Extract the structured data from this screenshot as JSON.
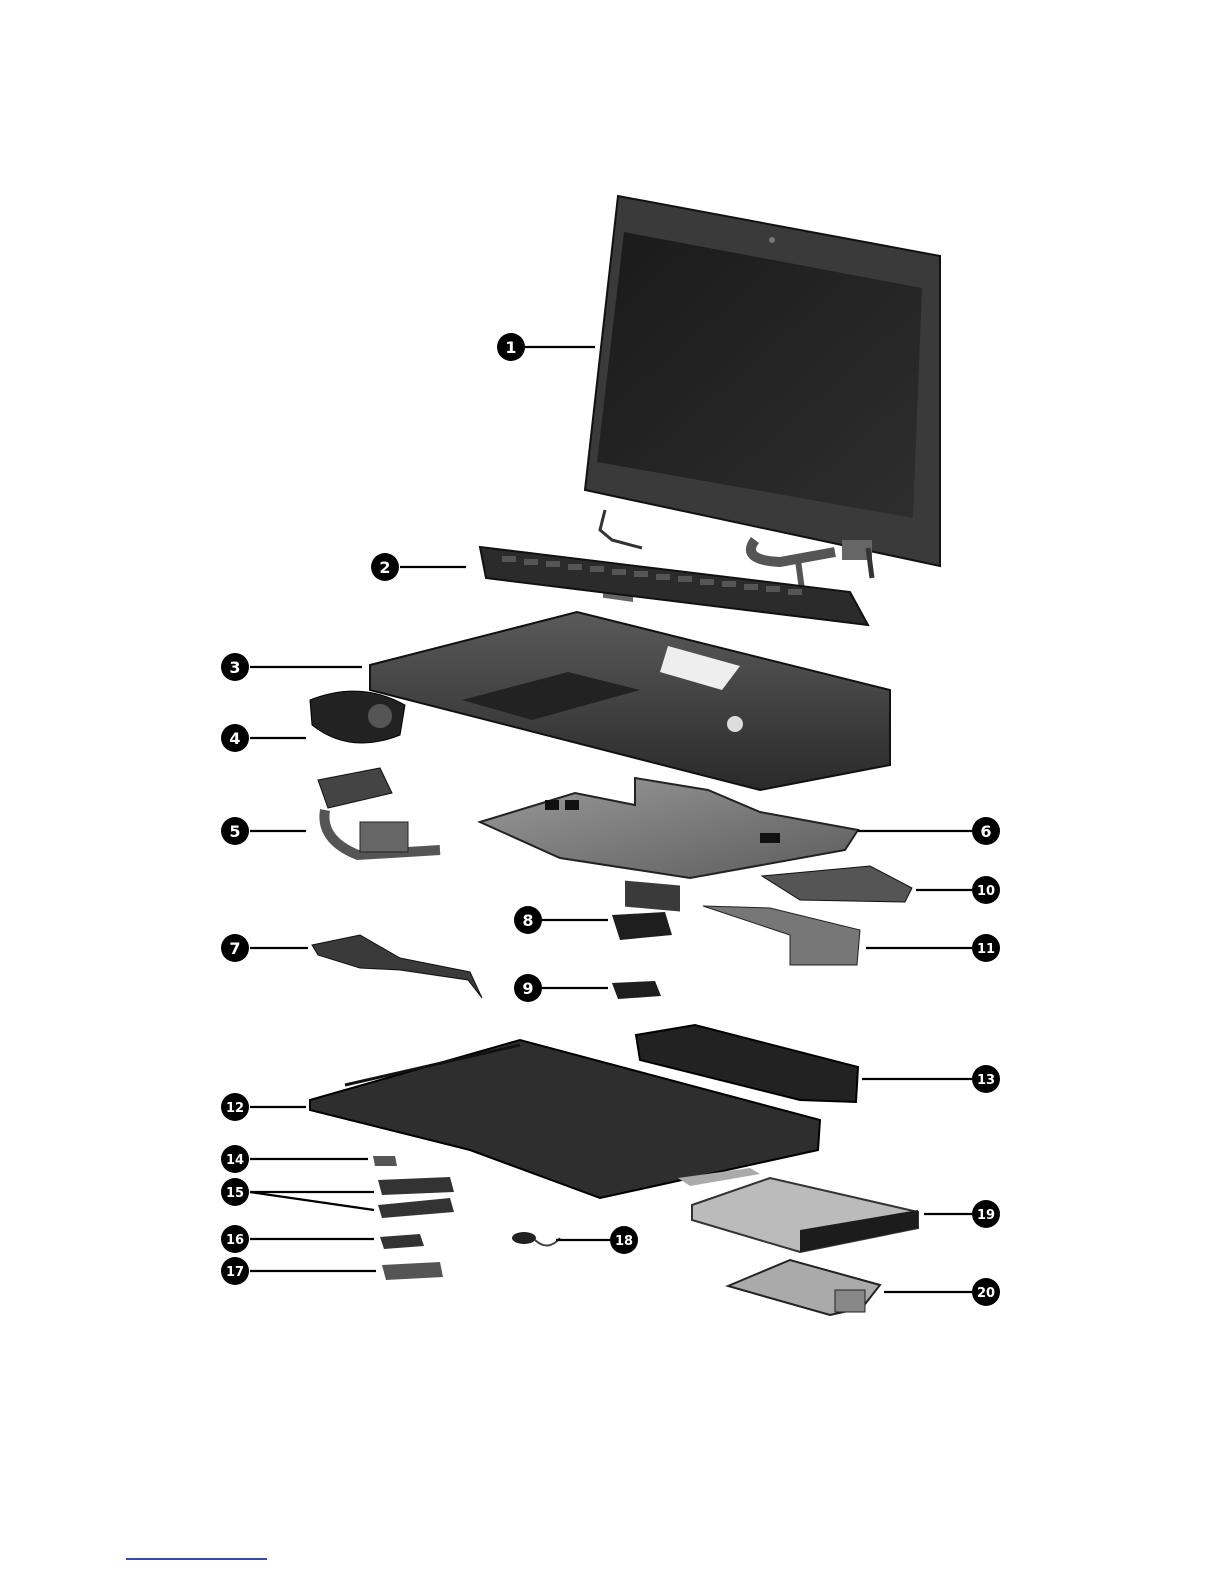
{
  "diagram": {
    "callouts": [
      "1",
      "2",
      "3",
      "4",
      "5",
      "6",
      "7",
      "8",
      "9",
      "10",
      "11",
      "12",
      "13",
      "14",
      "15",
      "16",
      "17",
      "18",
      "19",
      "20"
    ]
  },
  "colors": {
    "part_dark": "#2a2a2a",
    "part_mid": "#555555",
    "part_light": "#8a8a8a",
    "callout_fill": "#000000",
    "footnote_rule": "#2f4fa8"
  }
}
